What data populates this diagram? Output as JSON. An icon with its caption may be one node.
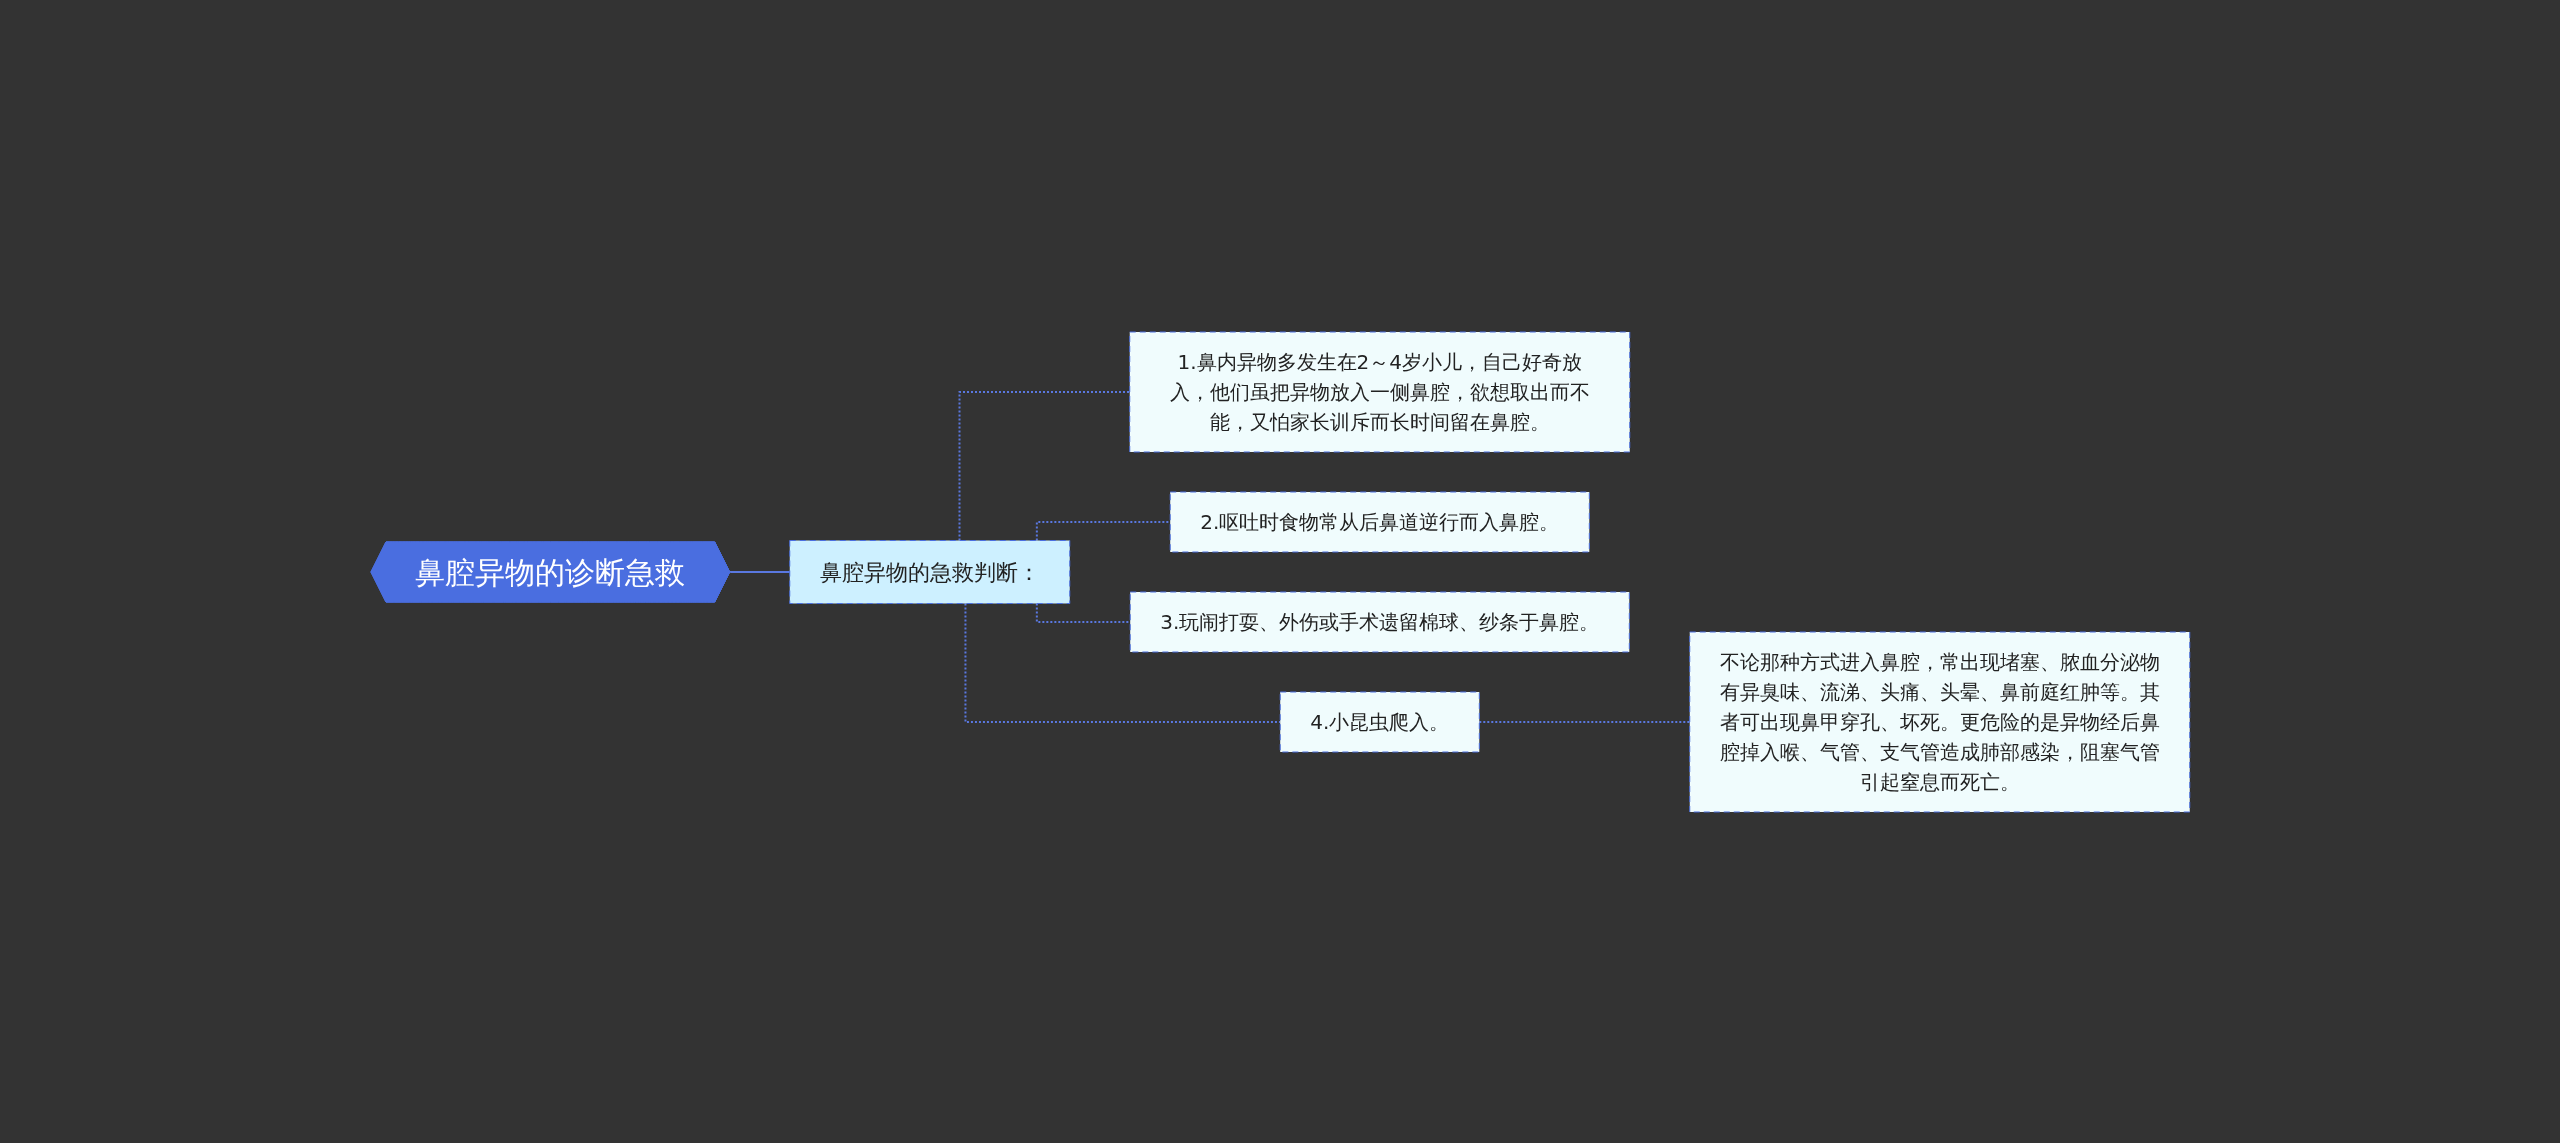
{
  "diagram": {
    "nodes": [
      {
        "text": [
          "鼻腔异物的诊断急救"
        ]
      },
      {
        "text": [
          "鼻腔异物的急救判断："
        ]
      },
      {
        "text": [
          "1.鼻内异物多发生在2～4岁小儿，自己好奇放入，他们虽把异物放入一侧鼻腔，欲想取出而不能，又怕家长训斥而长时间留在鼻腔。"
        ]
      },
      {
        "text": [
          "2.呕吐时食物常从后鼻道逆行而入鼻腔。"
        ]
      },
      {
        "text": [
          "3.玩闹打耍、外伤或手术遗留棉球、纱条于鼻腔。"
        ]
      },
      {
        "text": [
          "4.小昆虫爬入。"
        ]
      },
      {
        "text": [
          "不论那种方式进入鼻腔，常出现堵塞、脓血分泌物有异臭味、流涕、头痛、头晕、鼻前庭红肿等。其者可出现鼻甲穿孔、坏死。更危险的是异物经后鼻腔掉入喉、气管、支气管造成肺部感染，阻塞气管引起窒息而死亡。"
        ]
      }
    ],
    "edges": [
      {
        "from": 0,
        "to": 1,
        "arrow": "none"
      },
      {
        "from": 1,
        "to": 2,
        "arrow": "none",
        "style": "dashed"
      },
      {
        "from": 1,
        "to": 3,
        "arrow": "none",
        "style": "dashed"
      },
      {
        "from": 1,
        "to": 4,
        "arrow": "none",
        "style": "dashed"
      },
      {
        "from": 1,
        "to": 5,
        "arrow": "none",
        "style": "dashed"
      },
      {
        "from": 5,
        "to": 6,
        "arrow": "none",
        "style": "dashed"
      }
    ]
  }
}
